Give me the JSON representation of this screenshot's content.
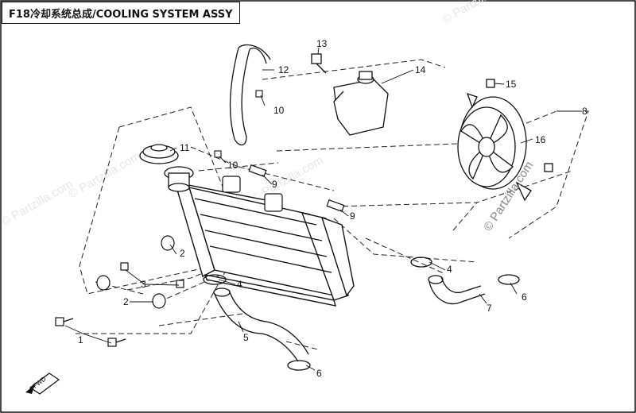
{
  "title": "F18冷却系统总成/COOLING SYSTEM ASSY",
  "watermark": "© Partzilla.com",
  "fwd_label": "FWD",
  "callouts": [
    {
      "id": "c1",
      "text": "1"
    },
    {
      "id": "c2a",
      "text": "2"
    },
    {
      "id": "c2b",
      "text": "2"
    },
    {
      "id": "c3",
      "text": "3"
    },
    {
      "id": "c4a",
      "text": "4"
    },
    {
      "id": "c4b",
      "text": "4"
    },
    {
      "id": "c5",
      "text": "5"
    },
    {
      "id": "c6a",
      "text": "6"
    },
    {
      "id": "c6b",
      "text": "6"
    },
    {
      "id": "c7",
      "text": "7"
    },
    {
      "id": "c8",
      "text": "8"
    },
    {
      "id": "c9a",
      "text": "9"
    },
    {
      "id": "c9b",
      "text": "9"
    },
    {
      "id": "c10a",
      "text": "10"
    },
    {
      "id": "c10b",
      "text": "10"
    },
    {
      "id": "c11",
      "text": "11"
    },
    {
      "id": "c12",
      "text": "12"
    },
    {
      "id": "c13",
      "text": "13"
    },
    {
      "id": "c14",
      "text": "14"
    },
    {
      "id": "c15",
      "text": "15"
    },
    {
      "id": "c16",
      "text": "16"
    }
  ],
  "colors": {
    "line": "#111111",
    "watermark": "#8a8a8a",
    "background": "#ffffff"
  }
}
